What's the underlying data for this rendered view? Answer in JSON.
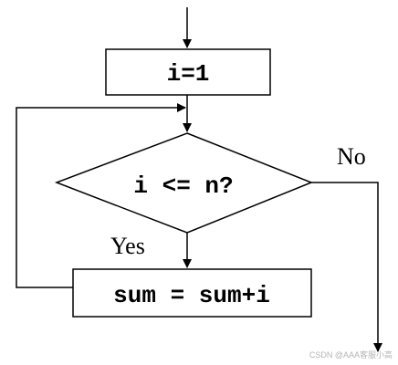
{
  "flowchart": {
    "init_box": "i=1",
    "condition": "i <= n?",
    "yes_label": "Yes",
    "no_label": "No",
    "body_box": "sum = sum+i"
  },
  "watermark": "CSDN @AAA客服小高",
  "colors": {
    "stroke": "#000000",
    "background": "#ffffff",
    "watermark": "#b4b4b4"
  }
}
